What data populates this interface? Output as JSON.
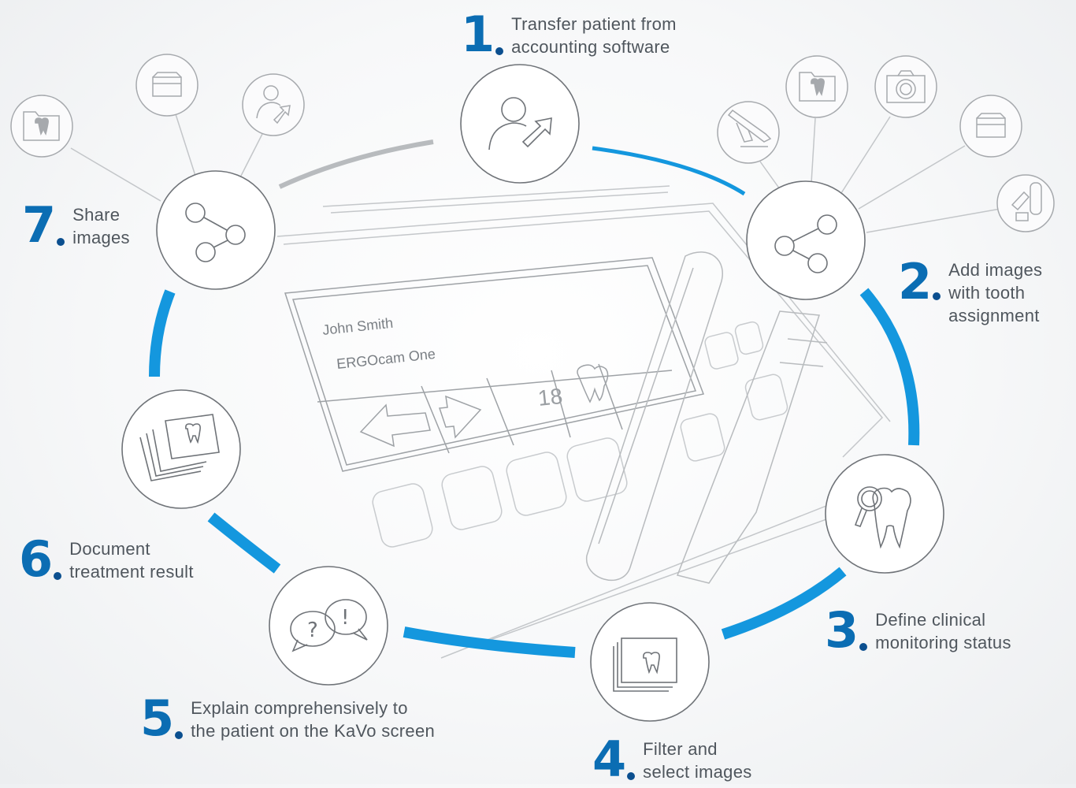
{
  "colors": {
    "accent": "#0b6db3",
    "arc": "#1497de",
    "stroke": "#7b7f84",
    "light_stroke": "#b9bcc0"
  },
  "steps": [
    {
      "number": "1",
      "lines": [
        "Transfer patient from",
        "accounting software"
      ],
      "icon": "user-import-icon"
    },
    {
      "number": "2",
      "lines": [
        "Add images",
        "with tooth",
        "assignment"
      ],
      "icon": "share-icon"
    },
    {
      "number": "3",
      "lines": [
        "Define clinical",
        "monitoring status"
      ],
      "icon": "tooth-magnifier-icon"
    },
    {
      "number": "4",
      "lines": [
        "Filter and",
        "select images"
      ],
      "icon": "image-stack-icon"
    },
    {
      "number": "5",
      "lines": [
        "Explain comprehensively to",
        "the patient on the KaVo screen"
      ],
      "icon": "speech-bubbles-icon"
    },
    {
      "number": "6",
      "lines": [
        "Document",
        "treatment result"
      ],
      "icon": "photo-stack-icon"
    },
    {
      "number": "7",
      "lines": [
        "Share",
        "images"
      ],
      "icon": "share-icon"
    }
  ],
  "device_screen": {
    "patient_name": "John Smith",
    "camera_name": "ERGOcam One",
    "tooth_number": "18"
  },
  "source_icons": [
    "dental-handpiece-icon",
    "tooth-folder-icon",
    "camera-icon",
    "archive-box-icon",
    "xray-sensor-icon"
  ],
  "share_targets": [
    "tooth-folder-icon",
    "archive-box-icon",
    "user-share-icon"
  ]
}
